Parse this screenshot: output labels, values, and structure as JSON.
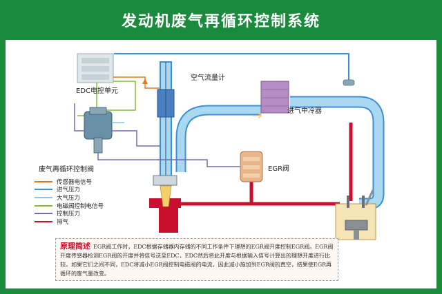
{
  "title": "发动机废气再循环控制系统",
  "labels": {
    "edc_unit": "EDC电控单元",
    "air_flow_meter": "空气流量计",
    "intercooler": "进气中冷器",
    "egr_valve": "EGR阀",
    "egr_control_valve": "废气再循环控制阀"
  },
  "legend": [
    {
      "text": "传感器电信号",
      "color": "#e07a1a"
    },
    {
      "text": "进气压力",
      "color": "#3a8fd6"
    },
    {
      "text": "大气压力",
      "color": "#7ec8ea"
    },
    {
      "text": "电磁阀控制电信号",
      "color": "#8ab83a"
    },
    {
      "text": "控制压力",
      "color": "#7a68b0"
    },
    {
      "text": "排气",
      "color": "#c8102e"
    }
  ],
  "principle": {
    "heading": "原理简述",
    "text": "EGR阀工作时，EDC根据存储器内存储的不同工作条件下理想的EGR阀开度控制EGR阀。EGR阀开度传感器检测EGR阀的开度并将信号送至EDC，EDC然后将此开度与根据输入信号计算出的理想开度进行比较。如果它们之间不同，EDC将减小EGR阀控制电磁阀的电流，因此减小施加到EGR阀的真空，结果使EGR再循环的废气量改变。"
  },
  "colors": {
    "background": "#1a8a3c",
    "intake": "#a9d8f0",
    "intake_border": "#3a8fd6",
    "exhaust": "#c8102e",
    "intercooler": "#b58cc4"
  }
}
